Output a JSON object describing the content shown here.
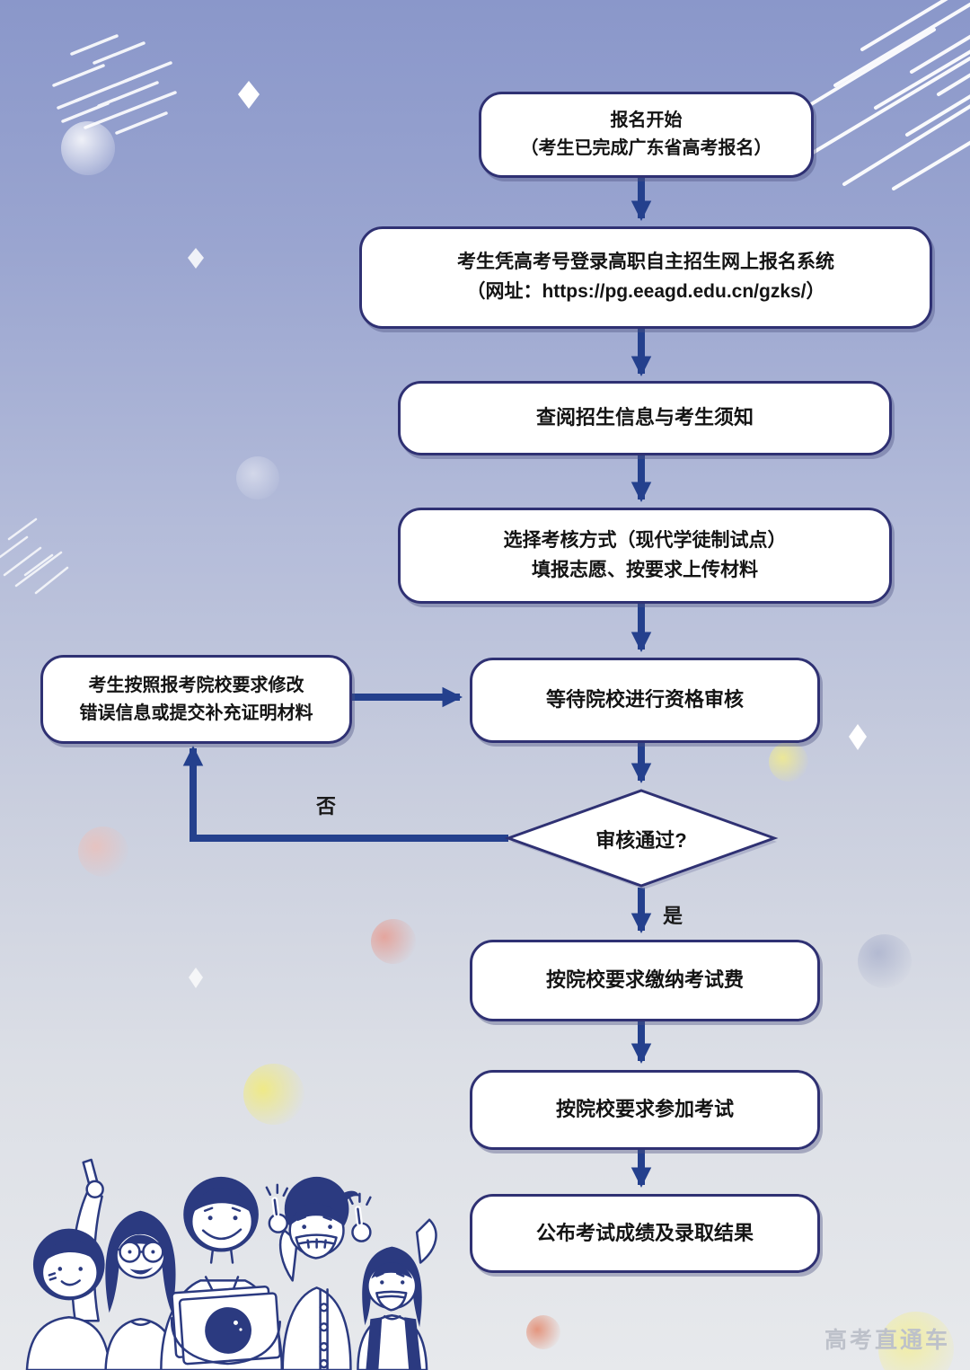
{
  "flowchart": {
    "start": {
      "line1": "报名开始",
      "line2": "（考生已完成广东省高考报名）"
    },
    "login": {
      "line1": "考生凭高考号登录高职自主招生网上报名系统",
      "line2": "（网址：https://pg.eeagd.edu.cn/gzks/）"
    },
    "read": {
      "line1": "查阅招生信息与考生须知"
    },
    "choose": {
      "line1": "选择考核方式（现代学徒制试点）",
      "line2": "填报志愿、按要求上传材料"
    },
    "wait": {
      "line1": "等待院校进行资格审核"
    },
    "modify": {
      "line1": "考生按照报考院校要求修改",
      "line2": "错误信息或提交补充证明材料"
    },
    "decision": {
      "label": "审核通过?",
      "no_label": "否",
      "yes_label": "是"
    },
    "pay": {
      "line1": "按院校要求缴纳考试费"
    },
    "exam": {
      "line1": "按院校要求参加考试"
    },
    "result": {
      "line1": "公布考试成绩及录取结果"
    }
  },
  "footer": {
    "watermark": "高考直通车"
  },
  "colors": {
    "arrow": "#24408d",
    "box_border": "#2f3173",
    "box_fill": "#ffffff",
    "background_top": "#8a97ca",
    "background_bottom": "#e7e9ec",
    "text": "#141414",
    "watermark_text": "#bdc1ca"
  }
}
